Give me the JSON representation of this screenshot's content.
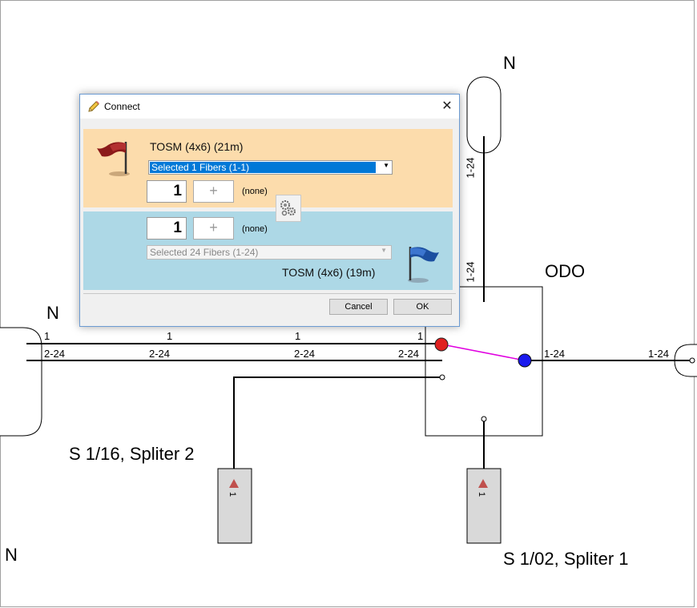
{
  "diagram": {
    "labels": {
      "n_top": "N",
      "n_left": "N",
      "n_bottom": "N",
      "odo": "ODO",
      "splitter2": "S 1/16, Spliter 2",
      "splitter1": "S 1/02, Spliter 1"
    },
    "fiber_labels": {
      "vert_upper": "1-24",
      "vert_lower": "1-24",
      "left_top_1a": "1",
      "left_top_1b": "1",
      "left_top_1c": "1",
      "left_top_1d": "1",
      "left_224a": "2-24",
      "left_224b": "2-24",
      "left_224c": "2-24",
      "left_224d": "2-24",
      "right_124a": "1-24",
      "right_124b": "1-24",
      "port_a": "1",
      "port_b": "1"
    },
    "colors": {
      "line": "#000000",
      "connector": "#e000e0",
      "red_node": "#e02020",
      "blue_node": "#1a1aee",
      "splitter_fill": "#d9d9d9",
      "triangle": "#c0504d"
    }
  },
  "dialog": {
    "title": "Connect",
    "close_glyph": "✕",
    "cable_a": {
      "name": "TOSM (4x6) (21m)",
      "selected": "Selected 1 Fibers (1-1)",
      "count": "1",
      "plus": "+",
      "status": "(none)",
      "panel_color": "#fcdcac",
      "flag_color": "#8b1a1a"
    },
    "cable_b": {
      "name": "TOSM (4x6) (19m)",
      "selected": "Selected 24 Fibers (1-24)",
      "count": "1",
      "plus": "+",
      "status": "(none)",
      "panel_color": "#add8e6",
      "flag_color": "#1c4fa0"
    },
    "buttons": {
      "cancel": "Cancel",
      "ok": "OK"
    },
    "icons": {
      "title": "pencil-icon",
      "swap": "gears-icon",
      "flag_a": "red-flag-icon",
      "flag_b": "blue-flag-icon"
    }
  }
}
